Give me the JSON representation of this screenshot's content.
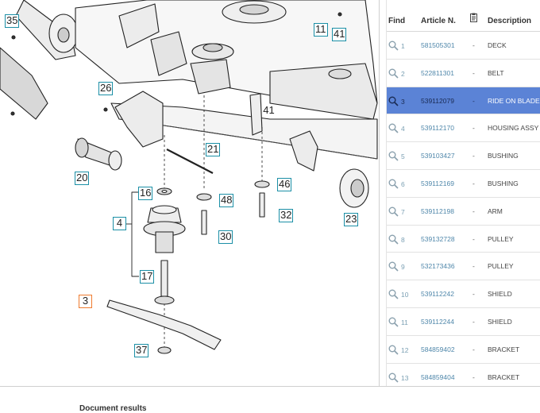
{
  "diagram": {
    "callouts": [
      {
        "id": "35",
        "label": "35",
        "active": false
      },
      {
        "id": "26",
        "label": "26",
        "active": false
      },
      {
        "id": "20",
        "label": "20",
        "active": false
      },
      {
        "id": "11",
        "label": "11",
        "active": false
      },
      {
        "id": "41a",
        "label": "41",
        "active": false
      },
      {
        "id": "41b",
        "label": "41",
        "active": false
      },
      {
        "id": "21",
        "label": "21",
        "active": false
      },
      {
        "id": "16",
        "label": "16",
        "active": false
      },
      {
        "id": "48",
        "label": "48",
        "active": false
      },
      {
        "id": "46",
        "label": "46",
        "active": false
      },
      {
        "id": "4",
        "label": "4",
        "active": false
      },
      {
        "id": "32",
        "label": "32",
        "active": false
      },
      {
        "id": "30",
        "label": "30",
        "active": false
      },
      {
        "id": "23",
        "label": "23",
        "active": false
      },
      {
        "id": "17",
        "label": "17",
        "active": false
      },
      {
        "id": "3",
        "label": "3",
        "active": true
      },
      {
        "id": "37",
        "label": "37",
        "active": false
      }
    ]
  },
  "parts_table": {
    "headers": {
      "find": "Find",
      "article": "Article N.",
      "note_icon": "clipboard-icon",
      "description": "Description"
    },
    "rows": [
      {
        "find": "1",
        "article": "581505301",
        "qty": "-",
        "description": "DECK",
        "selected": false
      },
      {
        "find": "2",
        "article": "522811301",
        "qty": "-",
        "description": "BELT",
        "selected": false
      },
      {
        "find": "3",
        "article": "539112079",
        "qty": "-",
        "description": "RIDE ON BLADE",
        "selected": true
      },
      {
        "find": "4",
        "article": "539112170",
        "qty": "-",
        "description": "HOUSING ASSY",
        "selected": false
      },
      {
        "find": "5",
        "article": "539103427",
        "qty": "-",
        "description": "BUSHING",
        "selected": false
      },
      {
        "find": "6",
        "article": "539112169",
        "qty": "-",
        "description": "BUSHING",
        "selected": false
      },
      {
        "find": "7",
        "article": "539112198",
        "qty": "-",
        "description": "ARM",
        "selected": false
      },
      {
        "find": "8",
        "article": "539132728",
        "qty": "-",
        "description": "PULLEY",
        "selected": false
      },
      {
        "find": "9",
        "article": "532173436",
        "qty": "-",
        "description": "PULLEY",
        "selected": false
      },
      {
        "find": "10",
        "article": "539112242",
        "qty": "-",
        "description": "SHIELD",
        "selected": false
      },
      {
        "find": "11",
        "article": "539112244",
        "qty": "-",
        "description": "SHIELD",
        "selected": false
      },
      {
        "find": "12",
        "article": "584859402",
        "qty": "-",
        "description": "BRACKET",
        "selected": false
      },
      {
        "find": "13",
        "article": "584859404",
        "qty": "-",
        "description": "BRACKET",
        "selected": false
      }
    ]
  },
  "footer": {
    "document_results_label": "Document results"
  },
  "colors": {
    "callout_border": "#1b8fa6",
    "callout_active": "#ef7b2e",
    "selected_row": "#5b83d6",
    "link": "#4f87aa"
  }
}
